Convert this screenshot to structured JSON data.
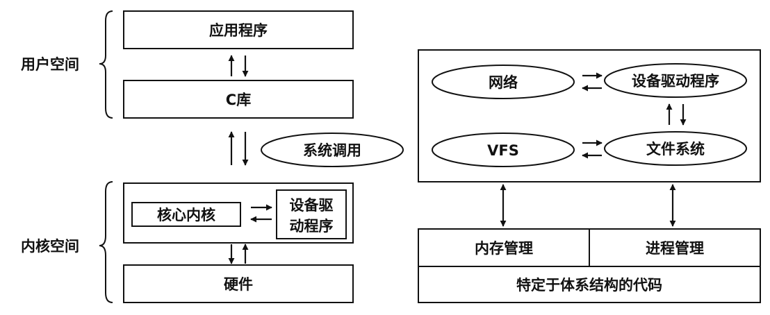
{
  "left": {
    "user_space_label": "用户空间",
    "kernel_space_label": "内核空间",
    "app_box": "应用程序",
    "clib_box": "C库",
    "syscall_ellipse": "系统调用",
    "core_kernel_box": "核心内核",
    "driver_box_line1": "设备驱",
    "driver_box_line2": "动程序",
    "hardware_box": "硬件"
  },
  "right": {
    "network_ellipse": "网络",
    "device_driver_ellipse": "设备驱动程序",
    "vfs_ellipse": "VFS",
    "filesystem_ellipse": "文件系统",
    "memory_mgmt_box": "内存管理",
    "process_mgmt_box": "进程管理",
    "arch_code_box": "特定于体系结构的代码"
  }
}
